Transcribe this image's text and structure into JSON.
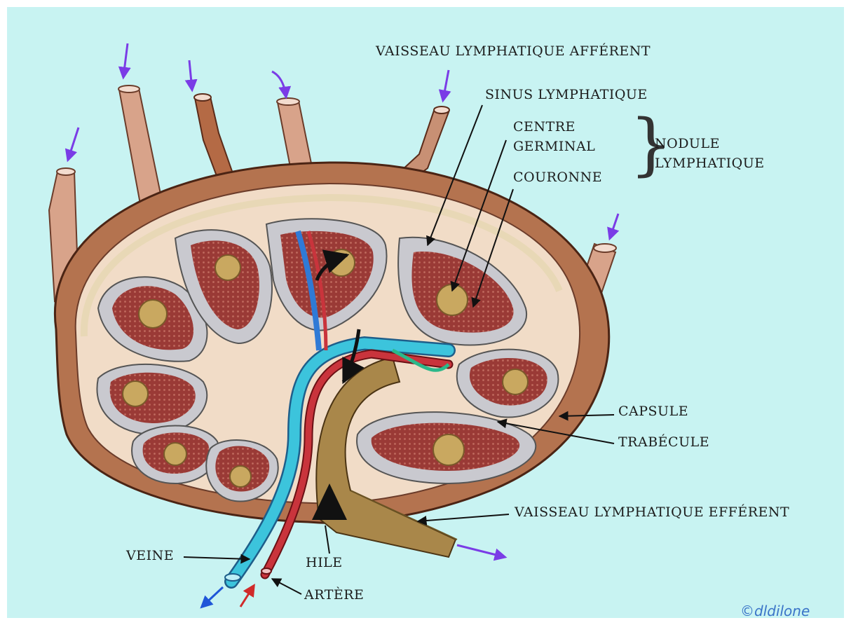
{
  "labels": {
    "afferent": "VAISSEAU LYMPHATIQUE AFFÉRENT",
    "sinus": "SINUS LYMPHATIQUE",
    "centre_line1": "CENTRE",
    "centre_line2": "GERMINAL",
    "couronne": "COURONNE",
    "nodule_line1": "NODULE",
    "nodule_line2": "LYMPHATIQUE",
    "capsule": "CAPSULE",
    "trabecule": "TRABÉCULE",
    "efferent": "VAISSEAU LYMPHATIQUE EFFÉRENT",
    "veine": "VEINE",
    "hile": "HILE",
    "artere": "ARTÈRE"
  },
  "credit": "©dldilone",
  "colors": {
    "background": "#c8f3f2",
    "capsule": "#b4734f",
    "cortex": "#f1dcc7",
    "sinus": "#c9c9cf",
    "nodule": "#9a3a36",
    "germinal_center": "#c9a860",
    "vein": "#3cc4dc",
    "artery": "#c9343c",
    "efferent_vessel": "#a9874a",
    "afferent_vessel": "#d8a38a",
    "flow_arrow": "#7a3ce6"
  }
}
